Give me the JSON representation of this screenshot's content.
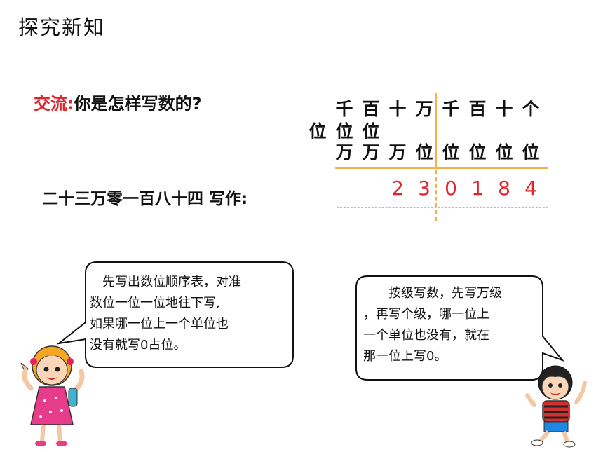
{
  "header": {
    "title": "探究新知"
  },
  "prompt": {
    "label": "交流:",
    "question": "你是怎样写数的?"
  },
  "place_table": {
    "row1": [
      "千",
      "百",
      "十",
      "万",
      "千",
      "百",
      "十",
      "个"
    ],
    "row2": [
      "位",
      "位",
      "位"
    ],
    "row3": [
      "万",
      "万",
      "万",
      "位",
      "位",
      "位",
      "位",
      "位"
    ],
    "digits": [
      "2",
      "3",
      "0",
      "1",
      "8",
      "4"
    ]
  },
  "readout": {
    "text": "二十三万零一百八十四 写作:"
  },
  "bubbles": {
    "left": {
      "lines": [
        "先写出数位顺序表，对准",
        "数位一位一位地往下写,",
        "如果哪一位上一个单位也",
        "没有就写0占位。"
      ]
    },
    "right": {
      "lines": [
        "按级写数，先写万级",
        "，再写个级，哪一位上",
        "一个单位也没有，就在",
        "那一位上写0。"
      ]
    }
  },
  "colors": {
    "accent_red": "#e0242b",
    "rule_orange": "#f2b34c"
  }
}
